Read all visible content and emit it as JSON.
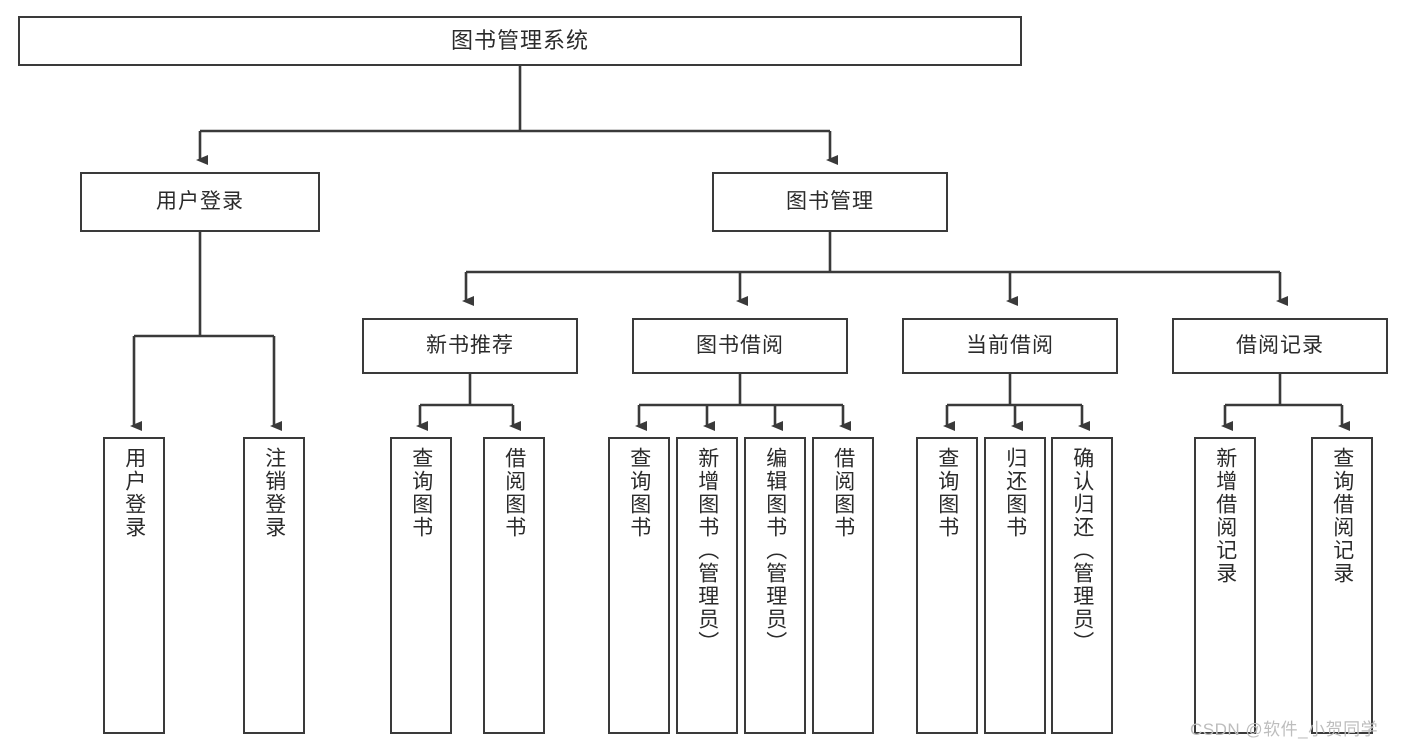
{
  "diagram": {
    "type": "tree-hierarchy",
    "title": "图书管理系统",
    "orientation": "top-down",
    "levels": 4,
    "root": {
      "id": "root",
      "label": "图书管理系统",
      "text_direction": "horizontal"
    },
    "level2": [
      {
        "id": "user-login",
        "label": "用户登录",
        "text_direction": "horizontal"
      },
      {
        "id": "book-management",
        "label": "图书管理",
        "text_direction": "horizontal"
      }
    ],
    "level3": [
      {
        "id": "new-book-recommend",
        "label": "新书推荐",
        "parent": "book-management",
        "text_direction": "horizontal"
      },
      {
        "id": "book-borrow",
        "label": "图书借阅",
        "parent": "book-management",
        "text_direction": "horizontal"
      },
      {
        "id": "current-borrow",
        "label": "当前借阅",
        "parent": "book-management",
        "text_direction": "horizontal"
      },
      {
        "id": "borrow-record",
        "label": "借阅记录",
        "parent": "book-management",
        "text_direction": "horizontal"
      }
    ],
    "leaves": [
      {
        "id": "leaf-user-login",
        "label": "用户登录",
        "parent": "user-login",
        "text_direction": "vertical"
      },
      {
        "id": "leaf-user-logout",
        "label": "注销登录",
        "parent": "user-login",
        "text_direction": "vertical"
      },
      {
        "id": "leaf-query-book-1",
        "label": "查询图书",
        "parent": "new-book-recommend",
        "text_direction": "vertical"
      },
      {
        "id": "leaf-borrow-book-1",
        "label": "借阅图书",
        "parent": "new-book-recommend",
        "text_direction": "vertical"
      },
      {
        "id": "leaf-query-book-2",
        "label": "查询图书",
        "parent": "book-borrow",
        "text_direction": "vertical"
      },
      {
        "id": "leaf-add-book",
        "label": "新增图书（管理员）",
        "parent": "book-borrow",
        "text_direction": "vertical"
      },
      {
        "id": "leaf-edit-book",
        "label": "编辑图书（管理员）",
        "parent": "book-borrow",
        "text_direction": "vertical"
      },
      {
        "id": "leaf-borrow-book-2",
        "label": "借阅图书",
        "parent": "book-borrow",
        "text_direction": "vertical"
      },
      {
        "id": "leaf-query-book-3",
        "label": "查询图书",
        "parent": "current-borrow",
        "text_direction": "vertical"
      },
      {
        "id": "leaf-return-book",
        "label": "归还图书",
        "parent": "current-borrow",
        "text_direction": "vertical"
      },
      {
        "id": "leaf-confirm-return",
        "label": "确认归还（管理员）",
        "parent": "current-borrow",
        "text_direction": "vertical"
      },
      {
        "id": "leaf-add-record",
        "label": "新增借阅记录",
        "parent": "borrow-record",
        "text_direction": "vertical"
      },
      {
        "id": "leaf-query-record",
        "label": "查询借阅记录",
        "parent": "borrow-record",
        "text_direction": "vertical"
      }
    ]
  },
  "watermark": {
    "text": "CSDN @软件_小贺同学"
  },
  "colors": {
    "stroke": "#3a3a3a",
    "box_fill": "#ffffff",
    "text": "#2b2b2b",
    "background": "#ffffff",
    "watermark_text": "#bdbdbd"
  }
}
